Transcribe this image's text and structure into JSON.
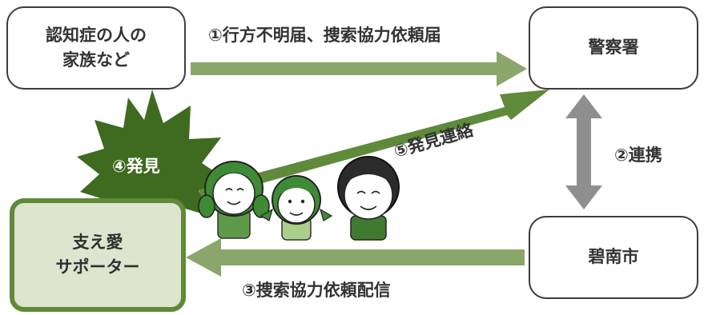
{
  "boxes": {
    "family": {
      "line1": "認知症の人の",
      "line2": "家族など"
    },
    "police": {
      "label": "警察署"
    },
    "city": {
      "label": "碧南市"
    },
    "supporter": {
      "line1": "支え愛",
      "line2": "サポーター"
    }
  },
  "labels": {
    "report": "①行方不明届、捜索協力依頼届",
    "liaison": "②連携",
    "notify": "③捜索協力依頼配信",
    "found": "④発見",
    "contact": "⑤発見連絡"
  },
  "colors": {
    "arrow_light": "#8aa66a",
    "arrow_dark": "#5f8a3a",
    "burst": "#3e6b1f",
    "liaison_arrow": "#8f8f8f",
    "supporter_fill": "#dfe4cf",
    "box_border": "#3c3c3c"
  },
  "icons": [
    "person-face-icon-1",
    "person-face-icon-2",
    "person-face-icon-3"
  ]
}
